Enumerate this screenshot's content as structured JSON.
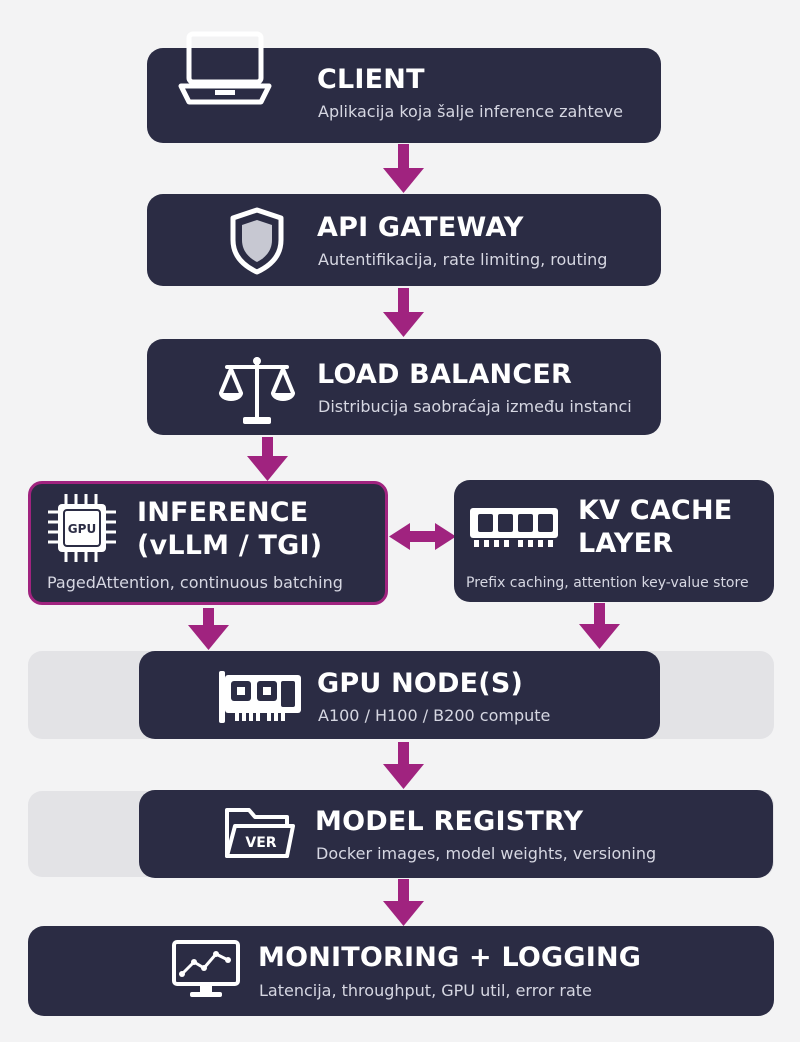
{
  "nodes": {
    "client": {
      "title": "CLIENT",
      "subtitle": "Aplikacija koja šalje inference zahteve",
      "icon": "laptop-icon"
    },
    "api_gateway": {
      "title": "API GATEWAY",
      "subtitle": "Autentifikacija, rate limiting, routing",
      "icon": "shield-icon"
    },
    "load_balancer": {
      "title": "LOAD BALANCER",
      "subtitle": "Distribucija saobraćaja između instanci",
      "icon": "scales-icon"
    },
    "inference": {
      "title_line1": "INFERENCE",
      "title_line2": "(vLLM / TGI)",
      "subtitle": "PagedAttention, continuous batching",
      "icon": "gpu-chip-icon",
      "icon_label": "GPU"
    },
    "kv_cache": {
      "title_line1": "KV CACHE",
      "title_line2": "LAYER",
      "subtitle": "Prefix caching, attention key-value store",
      "icon": "memory-module-icon"
    },
    "gpu_nodes": {
      "title": "GPU NODE(S)",
      "subtitle": "A100 / H100 / B200 compute",
      "icon": "graphics-card-icon"
    },
    "model_registry": {
      "title": "MODEL REGISTRY",
      "subtitle": "Docker images, model weights, versioning",
      "icon": "folder-icon",
      "icon_label": "VER"
    },
    "monitoring": {
      "title": "MONITORING + LOGGING",
      "subtitle": "Latencija, throughput, GPU util, error rate",
      "icon": "monitor-chart-icon"
    }
  },
  "colors": {
    "box": "#2b2c44",
    "arrow": "#a0237f",
    "highlight_border": "#a0237f",
    "background": "#f3f3f4",
    "ghost": "#e3e3e6"
  }
}
